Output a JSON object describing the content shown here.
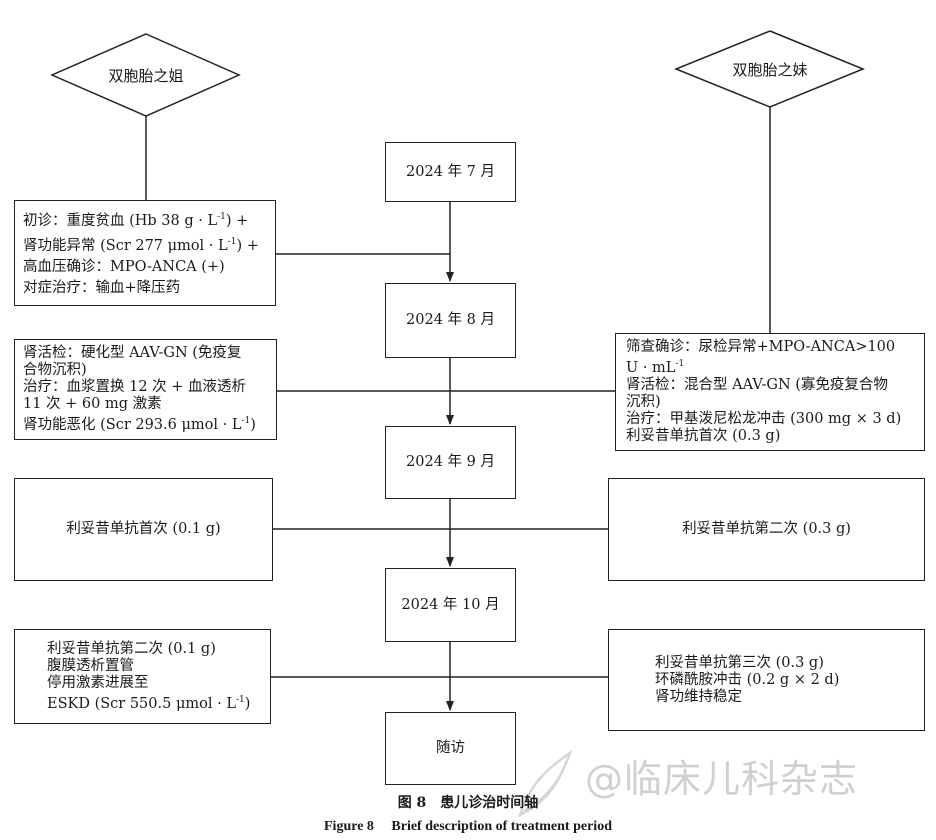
{
  "twins": {
    "elder": "双胞胎之姐",
    "younger": "双胞胎之妹"
  },
  "timeline": [
    "2024 年 7 月",
    "2024 年 8 月",
    "2024 年 9 月",
    "2024 年 10 月",
    "随访"
  ],
  "left_boxes": {
    "jul": {
      "line1": "初诊：重度贫血 (Hb 38 g · L",
      "line1_sup": "-1",
      "line1_end": ") +",
      "line2": "肾功能异常 (Scr 277 μmol · L",
      "line2_sup": "-1",
      "line2_end": ") +",
      "line3": "高血压确诊：MPO-ANCA (+)",
      "line4": "对症治疗：输血+降压药"
    },
    "aug": {
      "line1": "肾活检：硬化型 AAV-GN (免疫复",
      "line2": "合物沉积)",
      "line3": "治疗：血浆置换 12 次 + 血液透析",
      "line4": "11 次 + 60 mg 激素",
      "line5": "肾功能恶化 (Scr 293.6 μmol · L",
      "line5_sup": "-1",
      "line5_end": ")"
    },
    "sep": {
      "line1": "利妥昔单抗首次 (0.1 g)"
    },
    "oct": {
      "line1": "利妥昔单抗第二次 (0.1 g)",
      "line2": "腹膜透析置管",
      "line3": "停用激素进展至",
      "line4": "ESKD (Scr 550.5 μmol · L",
      "line4_sup": "-1",
      "line4_end": ")"
    }
  },
  "right_boxes": {
    "aug": {
      "line1": "筛查确诊：尿检异常+MPO-ANCA>100",
      "line2": "U · mL",
      "line2_sup": "-1",
      "line3": "肾活检：混合型 AAV-GN (寡免疫复合物",
      "line4": "沉积)",
      "line5": "治疗：甲基泼尼松龙冲击 (300 mg × 3 d)",
      "line6": "利妥昔单抗首次 (0.3 g)"
    },
    "sep": {
      "line1": "利妥昔单抗第二次 (0.3 g)"
    },
    "oct": {
      "line1": "利妥昔单抗第三次 (0.3 g)",
      "line2": "环磷酰胺冲击 (0.2 g × 2 d)",
      "line3": "肾功维持稳定"
    }
  },
  "caption": {
    "cn": "图 8　患儿诊治时间轴",
    "en": "Figure 8　 Brief description of treatment period"
  },
  "watermark": "@临床儿科杂志"
}
